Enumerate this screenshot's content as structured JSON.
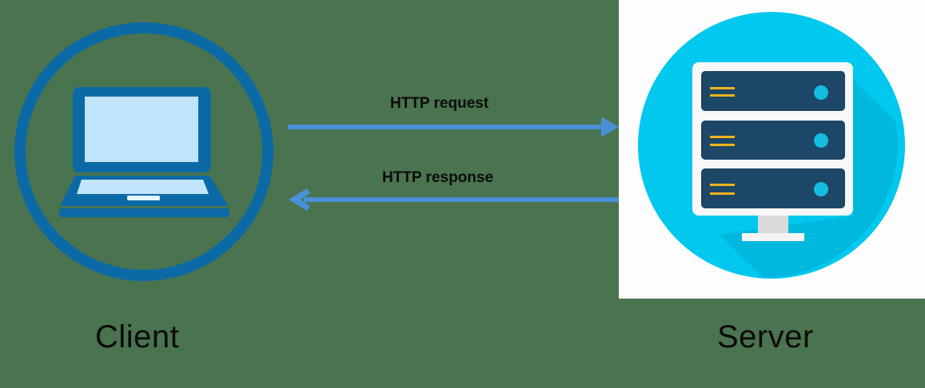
{
  "diagram": {
    "type": "client-server",
    "client": {
      "label": "Client",
      "icon": "laptop-icon"
    },
    "server": {
      "label": "Server",
      "icon": "server-icon"
    },
    "arrows": [
      {
        "label": "HTTP request",
        "direction": "client-to-server"
      },
      {
        "label": "HTTP response",
        "direction": "server-to-client"
      }
    ]
  },
  "colors": {
    "background": "#4a7350",
    "client_ring": "#0b6aa5",
    "client_screen": "#c2e4fb",
    "arrow": "#4a90d6",
    "server_circle": "#00c8ee",
    "server_shadow": "#00b3d6",
    "server_rack": "#1c4766",
    "server_led": "#13bde0",
    "server_lines": "#f4b21b"
  }
}
